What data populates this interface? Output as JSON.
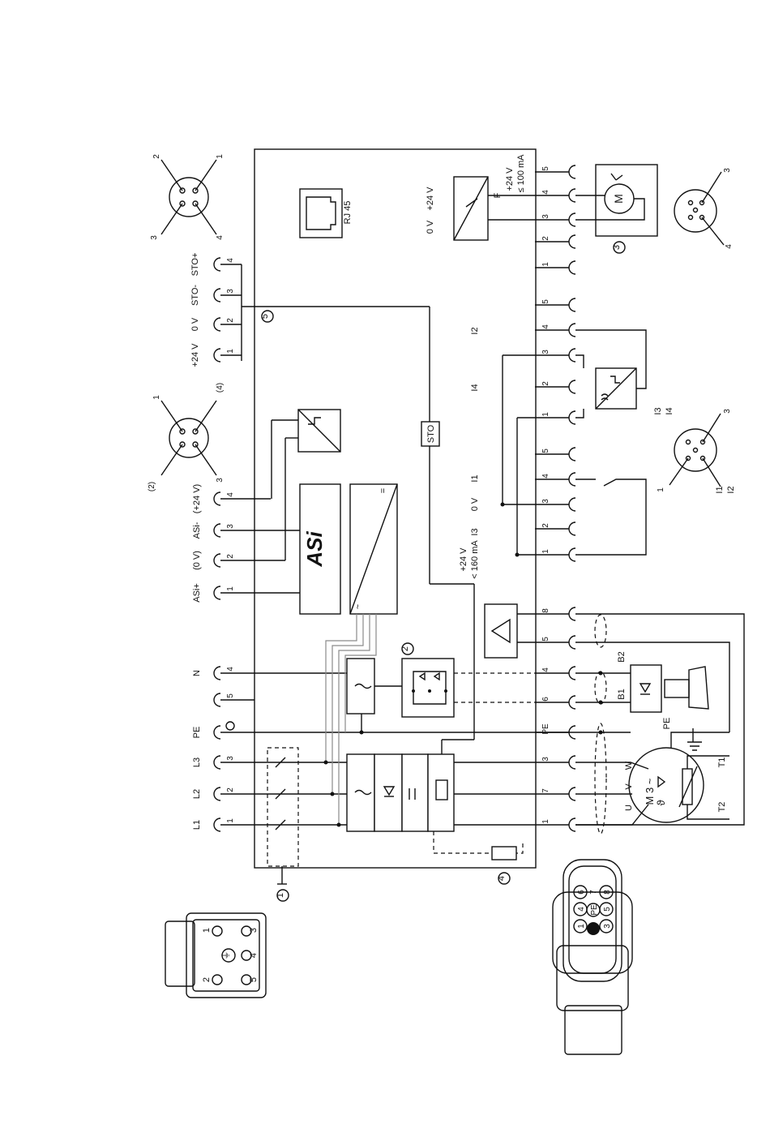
{
  "mains_terminals": [
    {
      "signal": "L1",
      "pin": "1"
    },
    {
      "signal": "L2",
      "pin": "2"
    },
    {
      "signal": "L3",
      "pin": "3"
    },
    {
      "signal": "PE",
      "pin": "⏚"
    },
    {
      "signal": "",
      "pin": "5"
    },
    {
      "signal": "N",
      "pin": "4"
    }
  ],
  "asi_terminals": [
    {
      "signal": "ASi+",
      "pin": "1"
    },
    {
      "signal": "(0 V)",
      "pin": "2"
    },
    {
      "signal": "ASi-",
      "pin": "3"
    },
    {
      "signal": "(+24 V)",
      "pin": "4"
    }
  ],
  "asi_connector_pins": [
    "1",
    "(4)",
    "3",
    "(2)"
  ],
  "sto_terminals": [
    {
      "signal": "+24 V",
      "pin": "1"
    },
    {
      "signal": "0 V",
      "pin": "2"
    },
    {
      "signal": "STO-",
      "pin": "3"
    },
    {
      "signal": "STO+",
      "pin": "4"
    }
  ],
  "sto_connector_pins": [
    "2",
    "1",
    "3",
    "4"
  ],
  "rj45_label": "RJ 45",
  "sto_block_label": "STO",
  "asi_logo": "ASi",
  "converter_symbols": {
    "dc": "=",
    "ac": "~"
  },
  "fan_terminals": [
    "5",
    "4",
    "3",
    "2",
    "1"
  ],
  "fan_supply": {
    "v0": "0 V",
    "v24": "+24 V",
    "fuse": "F",
    "out_v": "+24 V",
    "out_i": "≤ 100 mA"
  },
  "fan_motor": "M",
  "fan_connector_pins": [
    "3",
    "4"
  ],
  "sensor_upper_terminals": [
    "5",
    "4",
    "3",
    "2",
    "1"
  ],
  "sensor_upper_inputs": {
    "t4": "I2",
    "t2": "I4"
  },
  "sensor_upper_connector": {
    "top": "I3",
    "top2": "I4",
    "right": "3",
    "left": "1",
    "bottom": "I1",
    "bottom2": "I2"
  },
  "sensor_lower_terminals": [
    "5",
    "4",
    "3",
    "2",
    "1"
  ],
  "sensor_lower_inputs": {
    "t4": "I1",
    "t3": "0 V",
    "t2": "I3"
  },
  "sensor_supply": {
    "v": "+24 V",
    "i": "< 160 mA"
  },
  "motor_terminals": [
    "8",
    "5",
    "4",
    "6",
    "PE",
    "3",
    "7",
    "1"
  ],
  "brake_labels": {
    "b1": "B1",
    "b2": "B2"
  },
  "motor_labels": {
    "m": "M 3 ~",
    "theta": "ϑ",
    "u": "U",
    "v": "V",
    "w": "W",
    "pe": "PE",
    "t1": "T1",
    "t2": "T2"
  },
  "callouts": {
    "c1": "1",
    "c2": "2",
    "c3": "3",
    "c4": "4",
    "c5": "5"
  },
  "hanconnector_pins": [
    "1",
    "2",
    "3",
    "4",
    "5",
    "⏚"
  ],
  "motor_connector_pins": [
    "1",
    "3",
    "4",
    "5",
    "6",
    "7",
    "8",
    "PE"
  ]
}
